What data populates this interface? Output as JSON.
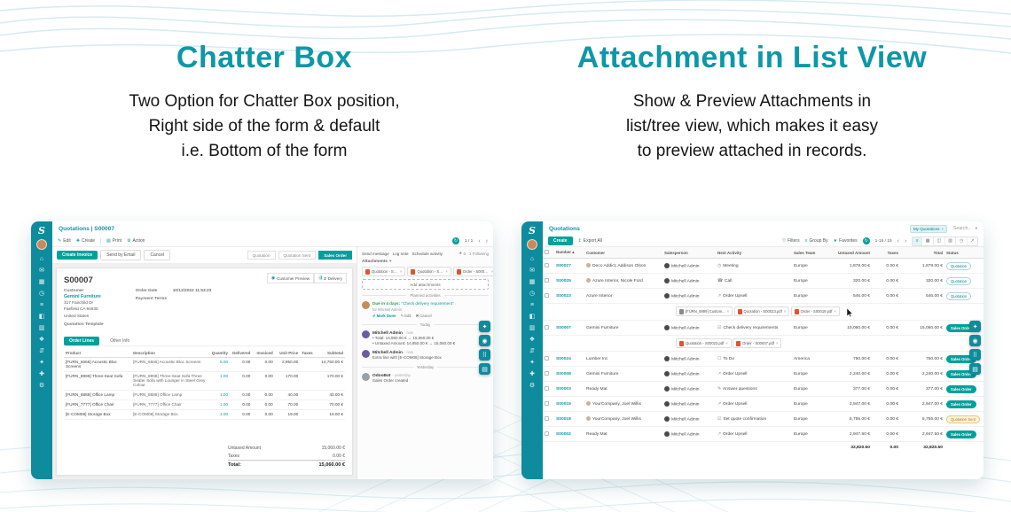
{
  "colors": {
    "accent": "#0d97a7",
    "sidebar": "#0e8c9d",
    "teal_button": "#00a09b",
    "pdf_icon": "#e0532f"
  },
  "hero": {
    "left": {
      "title": "Chatter Box",
      "lines": [
        "Two Option for Chatter Box position,",
        "Right side of the form & default",
        "i.e. Bottom of the form"
      ]
    },
    "right": {
      "title": "Attachment in List View",
      "lines": [
        "Show & Preview Attachments in",
        "list/tree view, which makes it easy",
        "to preview attached in records."
      ]
    }
  },
  "icons": {
    "logo": "S",
    "sidebar": [
      "⌂",
      "✉",
      "▦",
      "◷",
      "≡",
      "◧",
      "▥",
      "❖",
      "⇵",
      "✦",
      "✚",
      "⚙"
    ],
    "side_toggles": [
      "✦",
      "◉",
      "⠿",
      "▤"
    ],
    "views": [
      "≡",
      "▦",
      "◫",
      "▥",
      "◷",
      "↗"
    ],
    "sort_asc": "▴",
    "close": "×",
    "prev": "‹",
    "next": "›",
    "caret": "▾",
    "edit": "✎",
    "plus": "✚",
    "print": "▤",
    "gear": "⚙",
    "export": "↥",
    "filter": "▽",
    "group": "≡",
    "star": "★",
    "globe": "◉",
    "truck": "⇶",
    "done": "✔",
    "cancel": "✖",
    "refresh": "↻"
  },
  "form": {
    "breadcrumb": "Quotations | S00007",
    "edit": "Edit",
    "create": "Create",
    "print": "Print",
    "action": "Action",
    "pager": "1 / 1",
    "create_invoice": "Create Invoice",
    "send_email": "Send by Email",
    "cancel": "Cancel",
    "stages": [
      "Quotation",
      "Quotation Sent",
      "Sales Order"
    ],
    "smart": {
      "preview": "Customer Preview",
      "delivery_count": "2",
      "delivery_label": "Delivery"
    },
    "title": "S00007",
    "labels": {
      "customer": "Customer",
      "order_date": "Order Date",
      "payment_terms": "Payment Terms",
      "template": "Quotation Template"
    },
    "customer": {
      "name": "Gemini Furniture",
      "addr1": "317 Fairchild Dr",
      "addr2": "Fairfield CA 94535",
      "addr3": "United States"
    },
    "order_date": "10/12/2022 11:53:23",
    "tabs": {
      "order_lines": "Order Lines",
      "other_info": "Other Info"
    },
    "cols": [
      "Product",
      "Description",
      "Quantity",
      "Delivered",
      "Invoiced",
      "Unit Price",
      "Taxes",
      "Subtotal"
    ],
    "rows": [
      {
        "product": "[FURN_6666] Acoustic Bloc Screens",
        "desc": "[FURN_6666] Acoustic Bloc Screens",
        "qty": "5.00",
        "delivered": "0.00",
        "invoiced": "0.00",
        "price": "2,950.00",
        "taxes": "",
        "subtotal": "14,750.00 €"
      },
      {
        "product": "[FURN_8999] Three-Seat Sofa",
        "desc": "[FURN_8999] Three-Seat Sofa Three Seater Sofa with Lounger in Steel Grey Colour",
        "qty": "1.00",
        "delivered": "0.00",
        "invoiced": "0.00",
        "price": "170.00",
        "taxes": "",
        "subtotal": "170.00 €"
      },
      {
        "product": "[FURN_8888] Office Lamp",
        "desc": "[FURN_8888] Office Lamp",
        "qty": "1.00",
        "delivered": "0.00",
        "invoiced": "0.00",
        "price": "40.00",
        "taxes": "",
        "subtotal": "40.00 €"
      },
      {
        "product": "[FURN_7777] Office Chair",
        "desc": "[FURN_7777] Office Chair",
        "qty": "1.00",
        "delivered": "0.00",
        "invoiced": "0.00",
        "price": "70.00",
        "taxes": "",
        "subtotal": "70.00 €"
      },
      {
        "product": "[E-COM08] Storage Box",
        "desc": "[E-COM08] Storage Box",
        "qty": "1.00",
        "delivered": "0.00",
        "invoiced": "0.00",
        "price": "19.00",
        "taxes": "",
        "subtotal": "19.00 €"
      }
    ],
    "totals": {
      "untaxed_label": "Untaxed Amount",
      "untaxed": "15,060.00 €",
      "taxes_label": "Taxes",
      "taxes": "0.00 €",
      "total_label": "Total:",
      "total": "15,060.00 €"
    }
  },
  "chatter": {
    "send": "Send message",
    "log": "Log note",
    "schedule": "Schedule activity",
    "star_count": "0",
    "follow_count": "1",
    "follow": "Following",
    "attachments_label": "Attachments",
    "files": [
      "Quotation - S00023.pdf",
      "Quotation - S00017.pdf",
      "Order - S00007.pdf"
    ],
    "add_attachments": "Add attachments",
    "planned": "Planned activities",
    "activity": {
      "due": "Due in 4 days:",
      "name": "“Check delivery requirement”",
      "assignee": "for Mitchell Admin",
      "done": "Mark Done",
      "edit": "Edit",
      "cancel": "Cancel"
    },
    "today": "Today",
    "yesterday": "Yesterday",
    "msg1": {
      "author": "Mitchell Admin",
      "time": "- now",
      "line1": "Total: 14,950.00 € → 15,060.00 €",
      "line2": "Untaxed Amount: 14,950.00 € → 15,060.00 €"
    },
    "msg2": {
      "author": "Mitchell Admin",
      "time": "- now",
      "line1": "Extra line with [E-COM08] Storage Box"
    },
    "msg3": {
      "author": "OdooBot",
      "time": "- yesterday",
      "line1": "Sales Order created"
    }
  },
  "list": {
    "breadcrumb": "Quotations",
    "facet": "My Quotations",
    "search_placeholder": "Search...",
    "create": "Create",
    "export": "Export All",
    "filters": "Filters",
    "groupby": "Group By",
    "favorites": "Favorites",
    "pager": "1-15 / 15",
    "salesperson": "Mitchell Admin",
    "cols": {
      "number": "Number",
      "customer": "Customer",
      "salesperson": "Salesperson",
      "activity": "Next Activity",
      "team": "Sales Team",
      "untaxed": "Untaxed Amount",
      "taxes": "Taxes",
      "total": "Total",
      "status": "Status"
    },
    "rows": [
      {
        "number": "S00027",
        "customer": "Deco Addict, Addison Olson",
        "glyph": "◷",
        "activity": "Meeting",
        "team": "Europe",
        "untaxed": "1,878.00 €",
        "taxes": "0.00 €",
        "total": "1,878.00 €",
        "status": "Quotation"
      },
      {
        "number": "S00025",
        "customer": "Azure Interior, Nicole Ford",
        "glyph": "☎",
        "activity": "Call",
        "team": "Europe",
        "untaxed": "320.00 €",
        "taxes": "0.00 €",
        "total": "320.00 €",
        "status": "Quotation"
      },
      {
        "number": "S00023",
        "customer": "Azure Interior",
        "glyph": "↗",
        "activity": "Order Upsell",
        "team": "Europe",
        "untaxed": "546.00 €",
        "taxes": "0.00 €",
        "total": "546.00 €",
        "status": "Quotation"
      },
      {
        "number": "S00007",
        "customer": "Gemini Furniture",
        "glyph": "☑",
        "activity": "Check delivery requirements",
        "team": "Europe",
        "untaxed": "15,060.00 €",
        "taxes": "0.00 €",
        "total": "15,060.00 €",
        "status": "Sales Order"
      },
      {
        "number": "S00024",
        "customer": "Lumber Inc",
        "glyph": "☐",
        "activity": "To Do",
        "team": "America",
        "untaxed": "750.00 €",
        "taxes": "0.00 €",
        "total": "750.00 €",
        "status": "Sales Order"
      },
      {
        "number": "S00008",
        "customer": "Gemini Furniture",
        "glyph": "↗",
        "activity": "Order Upsell",
        "team": "Europe",
        "untaxed": "2,240.00 €",
        "taxes": "0.00 €",
        "total": "2,240.00 €",
        "status": "Sales Order"
      },
      {
        "number": "S00003",
        "customer": "Ready Mat",
        "glyph": "✎",
        "activity": "Answer questions",
        "team": "Europe",
        "untaxed": "377.00 €",
        "taxes": "0.00 €",
        "total": "377.00 €",
        "status": "Sales Order"
      },
      {
        "number": "S00019",
        "customer": "YourCompany, Joel Willis",
        "glyph": "↗",
        "activity": "Order Upsell",
        "team": "Europe",
        "untaxed": "2,947.00 €",
        "taxes": "0.00 €",
        "total": "2,947.00 €",
        "status": "Sales Order"
      },
      {
        "number": "S00018",
        "customer": "YourCompany, Joel Willis",
        "glyph": "☑",
        "activity": "Set quote confirmation",
        "team": "Europe",
        "untaxed": "5,755.00 €",
        "taxes": "0.00 €",
        "total": "5,755.00 €",
        "status": "Quotation Sent"
      },
      {
        "number": "S00002",
        "customer": "Ready Mat",
        "glyph": "↗",
        "activity": "Order Upsell",
        "team": "Europe",
        "untaxed": "2,947.50 €",
        "taxes": "0.00 €",
        "total": "2,947.50 €",
        "status": "Sales Order"
      }
    ],
    "strip1": {
      "chips": [
        "[FURN_8999] Custom...",
        "Quotation - S00023.pdf",
        "Order - S00019.pdf"
      ]
    },
    "strip2": {
      "chips": [
        "Quotation - S00023.pdf",
        "Order - S00007.pdf"
      ]
    },
    "footer": {
      "untaxed": "32,820.50",
      "taxes": "0.00",
      "total": "32,820.50"
    }
  }
}
